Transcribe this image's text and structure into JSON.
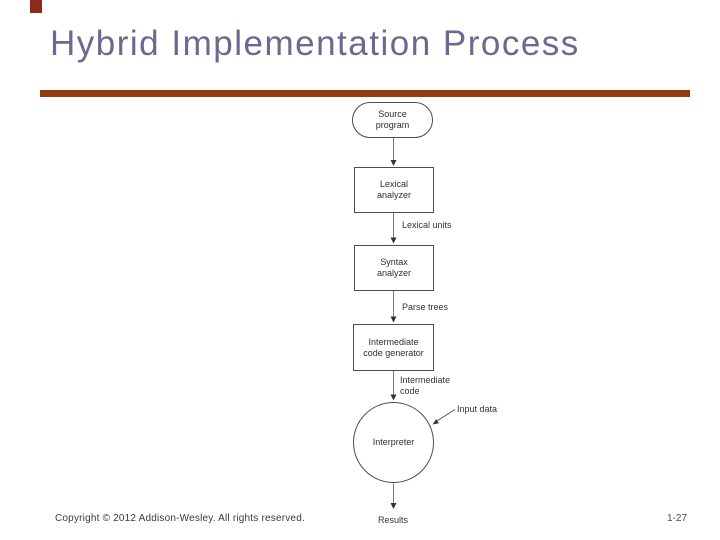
{
  "slide": {
    "title": "Hybrid Implementation Process",
    "footer": {
      "copyright": "Copyright © 2012 Addison-Wesley. All rights reserved.",
      "page_number": "1-27"
    },
    "colors": {
      "title_text": "#6A6A90",
      "title_rule": "#943C10",
      "corner_accent": "#8E2A1C",
      "diagram_lines": "#777777",
      "diagram_text": "#333333"
    }
  },
  "diagram": {
    "source": {
      "line1": "Source",
      "line2": "program"
    },
    "lexical": {
      "line1": "Lexical",
      "line2": "analyzer"
    },
    "lexical_units": "Lexical units",
    "syntax": {
      "line1": "Syntax",
      "line2": "analyzer"
    },
    "parse_trees": "Parse trees",
    "icg": {
      "line1": "Intermediate",
      "line2": "code generator"
    },
    "intermediate_code": {
      "line1": "Intermediate",
      "line2": "code"
    },
    "interpreter": "Interpreter",
    "input_data": "Input data",
    "results": "Results",
    "flow_order": [
      "Source program",
      "Lexical analyzer",
      "Syntax analyzer",
      "Intermediate code generator",
      "Interpreter",
      "Results"
    ]
  }
}
